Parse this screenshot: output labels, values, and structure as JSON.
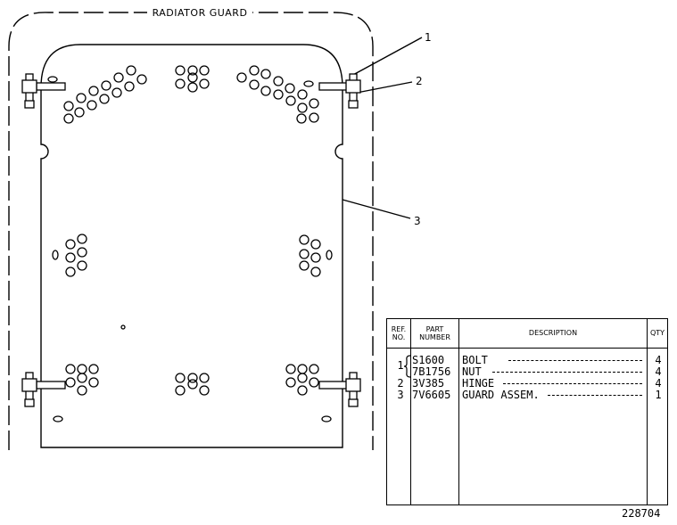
{
  "diagram": {
    "title": "RADIATOR GUARD",
    "callouts": [
      "1",
      "2",
      "3"
    ]
  },
  "parts_table": {
    "headers": {
      "ref_no": "REF.\nNO.",
      "part_number": "PART\nNUMBER",
      "description": "DESCRIPTION",
      "qty": "QTY"
    },
    "rows": [
      {
        "ref": "1",
        "part": "S1600",
        "desc": "BOLT",
        "qty": "4"
      },
      {
        "ref": "",
        "part": "7B1756",
        "desc": "NUT",
        "qty": "4"
      },
      {
        "ref": "2",
        "part": "3V385",
        "desc": "HINGE",
        "qty": "4"
      },
      {
        "ref": "3",
        "part": "7V6605",
        "desc": "GUARD ASSEM.",
        "qty": "1"
      }
    ]
  },
  "drawing_number": "228704"
}
